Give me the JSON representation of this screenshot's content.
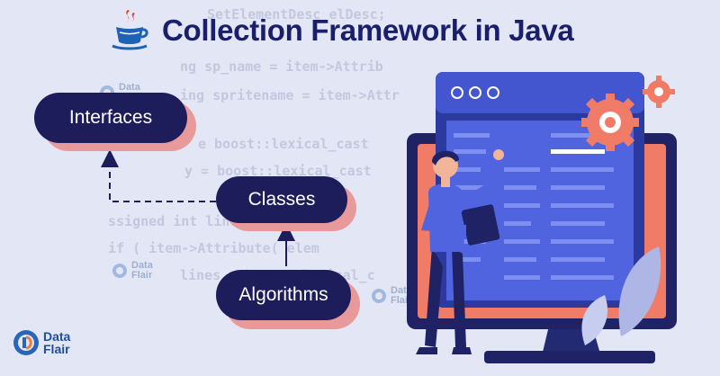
{
  "title": "Collection Framework in Java",
  "nodes": {
    "interfaces": "Interfaces",
    "classes": "Classes",
    "algorithms": "Algorithms"
  },
  "edges": [
    {
      "from": "classes",
      "to": "interfaces",
      "style": "dashed"
    },
    {
      "from": "algorithms",
      "to": "classes",
      "style": "solid"
    }
  ],
  "logo": {
    "line1": "Data",
    "line2": "Flair"
  },
  "watermark": {
    "line1": "Data",
    "line2": "Flair"
  },
  "code_lines": [
    "SetElementDesc elDesc;",
    "ng sp_name = item->Attrib",
    "ing spritename = item->Attr",
    "e boost::lexical_cast",
    "y = boost::lexical_cast",
    "ssigned int lines =",
    "if ( item->Attribute( elem",
    "lines = boost::lexical_c"
  ],
  "colors": {
    "background": "#e3e6f4",
    "pill": "#1d1d5c",
    "pill_shadow": "#e89a9a",
    "title": "#1a1f6b",
    "monitor_frame": "#1f2366",
    "screen": "#5064e0",
    "accent": "#f07c68"
  }
}
